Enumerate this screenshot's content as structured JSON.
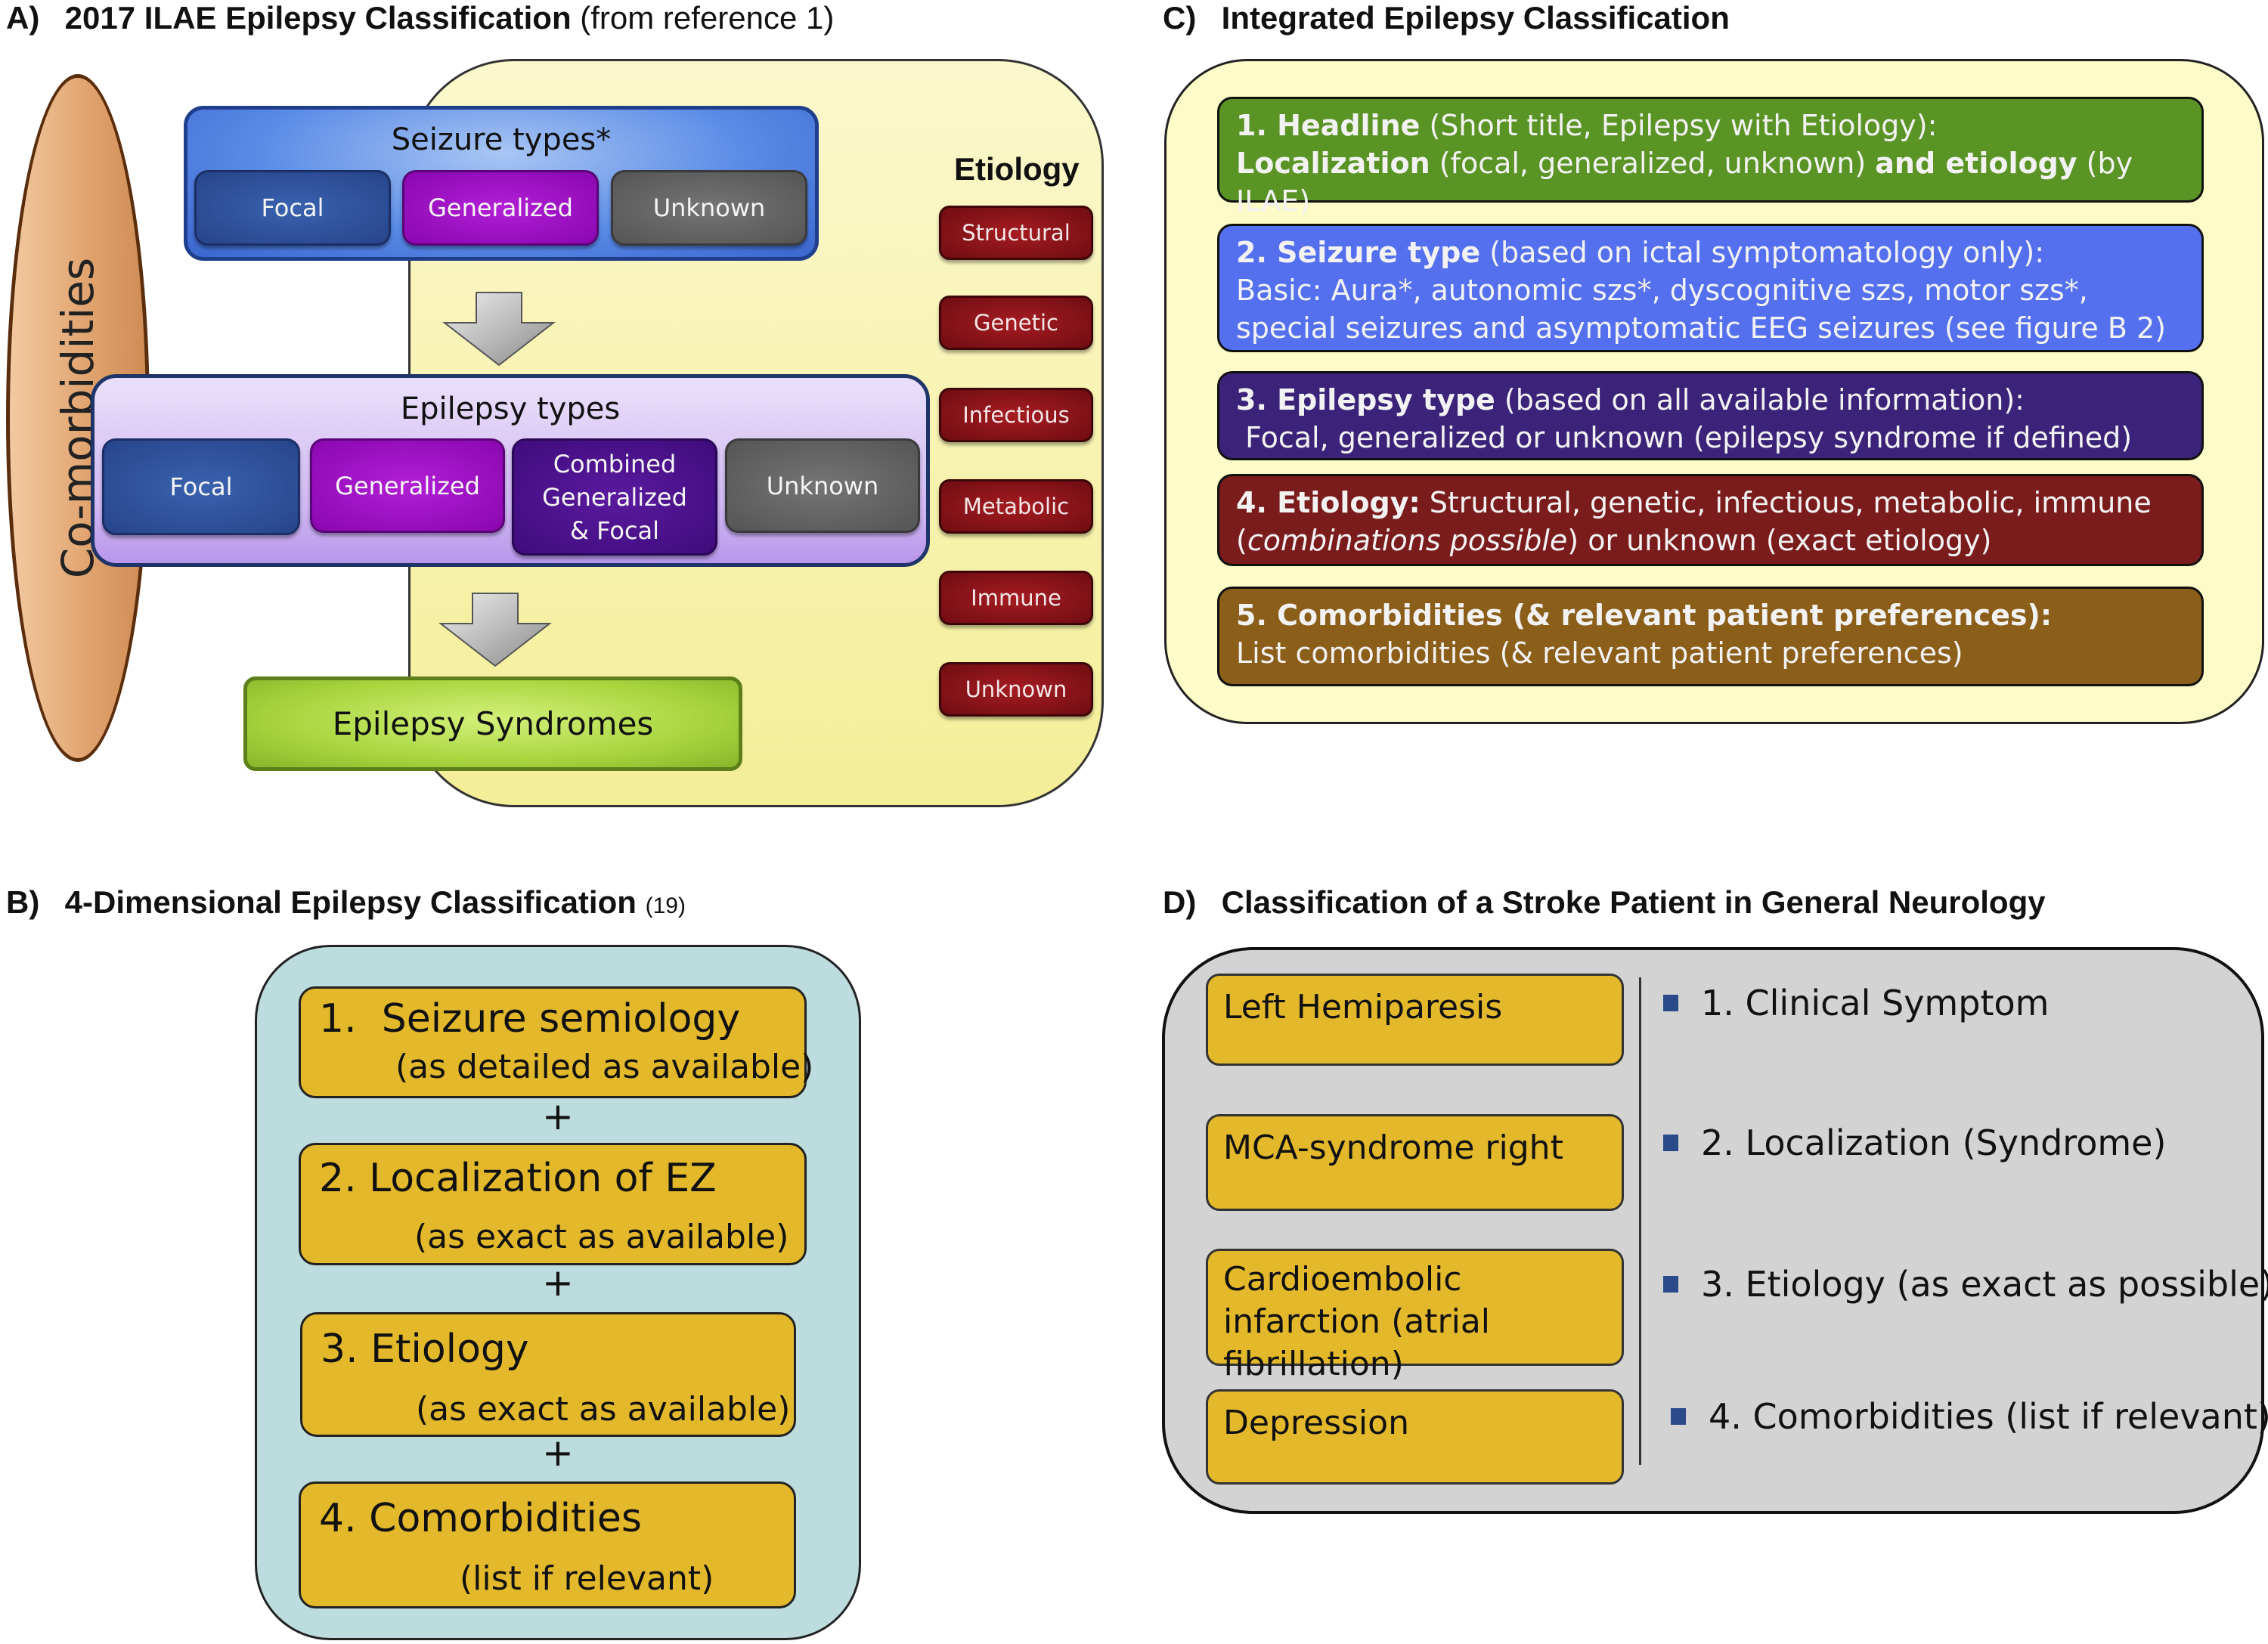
{
  "panel_a": {
    "letter": "A)",
    "title": "2017 ILAE Epilepsy Classification",
    "title_suffix": "(from reference 1)",
    "comorbidities_label": "Co-morbidities",
    "seizure_types": {
      "title": "Seizure types*",
      "items": [
        "Focal",
        "Generalized",
        "Unknown"
      ]
    },
    "epilepsy_types": {
      "title": "Epilepsy types",
      "items": [
        "Focal",
        "Generalized",
        "Combined Generalized & Focal",
        "Unknown"
      ],
      "combined_lines": [
        "Combined",
        "Generalized",
        "& Focal"
      ]
    },
    "epilepsy_syndromes": "Epilepsy Syndromes",
    "etiology": {
      "title": "Etiology",
      "items": [
        "Structural",
        "Genetic",
        "Infectious",
        "Metabolic",
        "Immune",
        "Unknown"
      ]
    }
  },
  "panel_b": {
    "letter": "B)",
    "title": "4-Dimensional Epilepsy Classification",
    "title_ref": "(19)",
    "plus": "+",
    "rows": [
      {
        "number": "1.",
        "label": "Seizure semiology",
        "sub": "(as detailed as available)"
      },
      {
        "number": "2.",
        "label": "Localization of EZ",
        "sub": "(as exact as available)"
      },
      {
        "number": "3.",
        "label": "Etiology",
        "sub": "(as exact as available)"
      },
      {
        "number": "4.",
        "label": "Comorbidities",
        "sub": "(list if relevant)"
      }
    ]
  },
  "panel_c": {
    "letter": "C)",
    "title": "Integrated Epilepsy Classification",
    "rows": [
      {
        "bold1": "1. Headline",
        "text1": " (Short title, Epilepsy with Etiology):",
        "bold2": "Localization",
        "text2": " (focal, generalized, unknown) ",
        "bold3": "and etiology",
        "text3": " (by ILAE)"
      },
      {
        "bold1": "2. Seizure type",
        "text1": " (based on ictal symptomatology only):",
        "text2": "Basic: Aura*, autonomic szs*, dyscognitive szs, motor szs*, special seizures and asymptomatic EEG seizures (see figure B 2)"
      },
      {
        "bold1": "3. Epilepsy type",
        "text1": " (based on all available information):",
        "text2": " Focal, generalized or unknown (epilepsy syndrome if defined)"
      },
      {
        "bold1": "4. Etiology:",
        "text1": " Structural, genetic, infectious, metabolic, immune",
        "text2_open": "(",
        "italic": "combinations possible",
        "text2": ") or unknown (exact etiology)"
      },
      {
        "bold1": "5. Comorbidities (& relevant patient preferences):",
        "text2": "List comorbidities (& relevant patient preferences)"
      }
    ]
  },
  "panel_d": {
    "letter": "D)",
    "title": "Classification of a Stroke Patient in General Neurology",
    "boxes": [
      "Left Hemiparesis",
      "MCA-syndrome right",
      "Cardioembolic infarction (atrial fibrillation)",
      "Depression"
    ],
    "items": [
      "1. Clinical Symptom",
      "2. Localization (Syndrome)",
      "3. Etiology (as exact as possible)",
      "4. Comorbidities (list if relevant)"
    ]
  },
  "colors": {
    "focal": "#2f4f9c",
    "generalized": "#9b10c4",
    "unknown": "#606060",
    "combined": "#4a127f",
    "etiology_red": "#8c141a",
    "syndrome_green": "#a9d63f",
    "c_headline": "#5a9425",
    "c_seizure": "#5470ee",
    "c_epilepsy": "#3a2378",
    "c_etiology": "#7b1c1c",
    "c_comorbidities": "#8b5e1a",
    "gold": "#e3b92b",
    "panel_b_bg": "#bddcdd",
    "panel_d_bg": "#d3d3d3",
    "bullet": "#2a4a8a"
  }
}
